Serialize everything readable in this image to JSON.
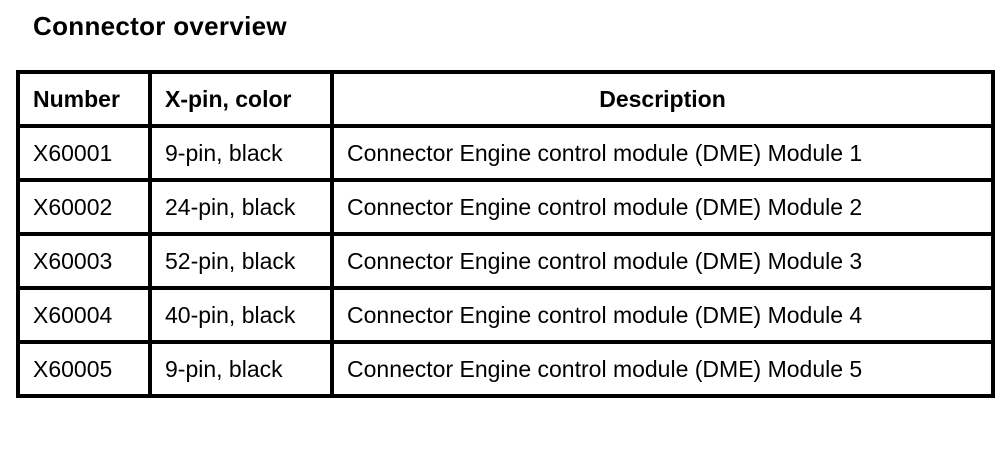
{
  "page": {
    "title": "Connector overview"
  },
  "table": {
    "columns": {
      "number": "Number",
      "pin_color": "X-pin, color",
      "description": "Description"
    },
    "rows": [
      {
        "number": "X60001",
        "pin_color": "9-pin, black",
        "description": "Connector Engine control module (DME) Module 1"
      },
      {
        "number": "X60002",
        "pin_color": "24-pin, black",
        "description": "Connector Engine control module (DME) Module 2"
      },
      {
        "number": "X60003",
        "pin_color": "52-pin, black",
        "description": "Connector Engine control module (DME) Module 3"
      },
      {
        "number": "X60004",
        "pin_color": "40-pin, black",
        "description": "Connector Engine control module (DME) Module 4"
      },
      {
        "number": "X60005",
        "pin_color": "9-pin, black",
        "description": "Connector Engine control module (DME) Module 5"
      }
    ],
    "colors": {
      "border": "#000000",
      "background": "#ffffff",
      "text": "#000000"
    }
  }
}
